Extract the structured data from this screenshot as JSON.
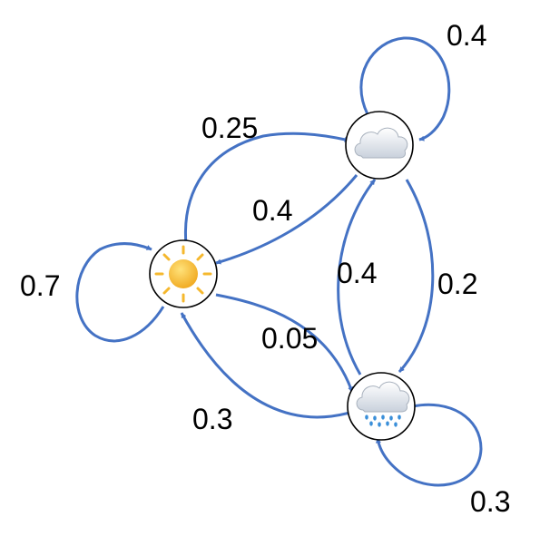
{
  "states": [
    {
      "id": "sunny",
      "icon": "sun-icon"
    },
    {
      "id": "cloudy",
      "icon": "cloud-icon"
    },
    {
      "id": "rainy",
      "icon": "rain-cloud-icon"
    }
  ],
  "transitions": [
    {
      "from": "cloudy",
      "to": "cloudy",
      "label": "0.4"
    },
    {
      "from": "sunny",
      "to": "cloudy",
      "label": "0.25"
    },
    {
      "from": "cloudy",
      "to": "sunny",
      "label": "0.4"
    },
    {
      "from": "sunny",
      "to": "sunny",
      "label": "0.7"
    },
    {
      "from": "rainy",
      "to": "cloudy",
      "label": "0.4"
    },
    {
      "from": "cloudy",
      "to": "rainy",
      "label": "0.2"
    },
    {
      "from": "sunny",
      "to": "rainy",
      "label": "0.05"
    },
    {
      "from": "rainy",
      "to": "sunny",
      "label": "0.3"
    },
    {
      "from": "rainy",
      "to": "rainy",
      "label": "0.3"
    }
  ],
  "colors": {
    "edge": "#4472C4",
    "node_border": "#000000",
    "sun": "#F5B82E",
    "cloud": "#C9D1DC",
    "rain": "#3A8FD9"
  }
}
